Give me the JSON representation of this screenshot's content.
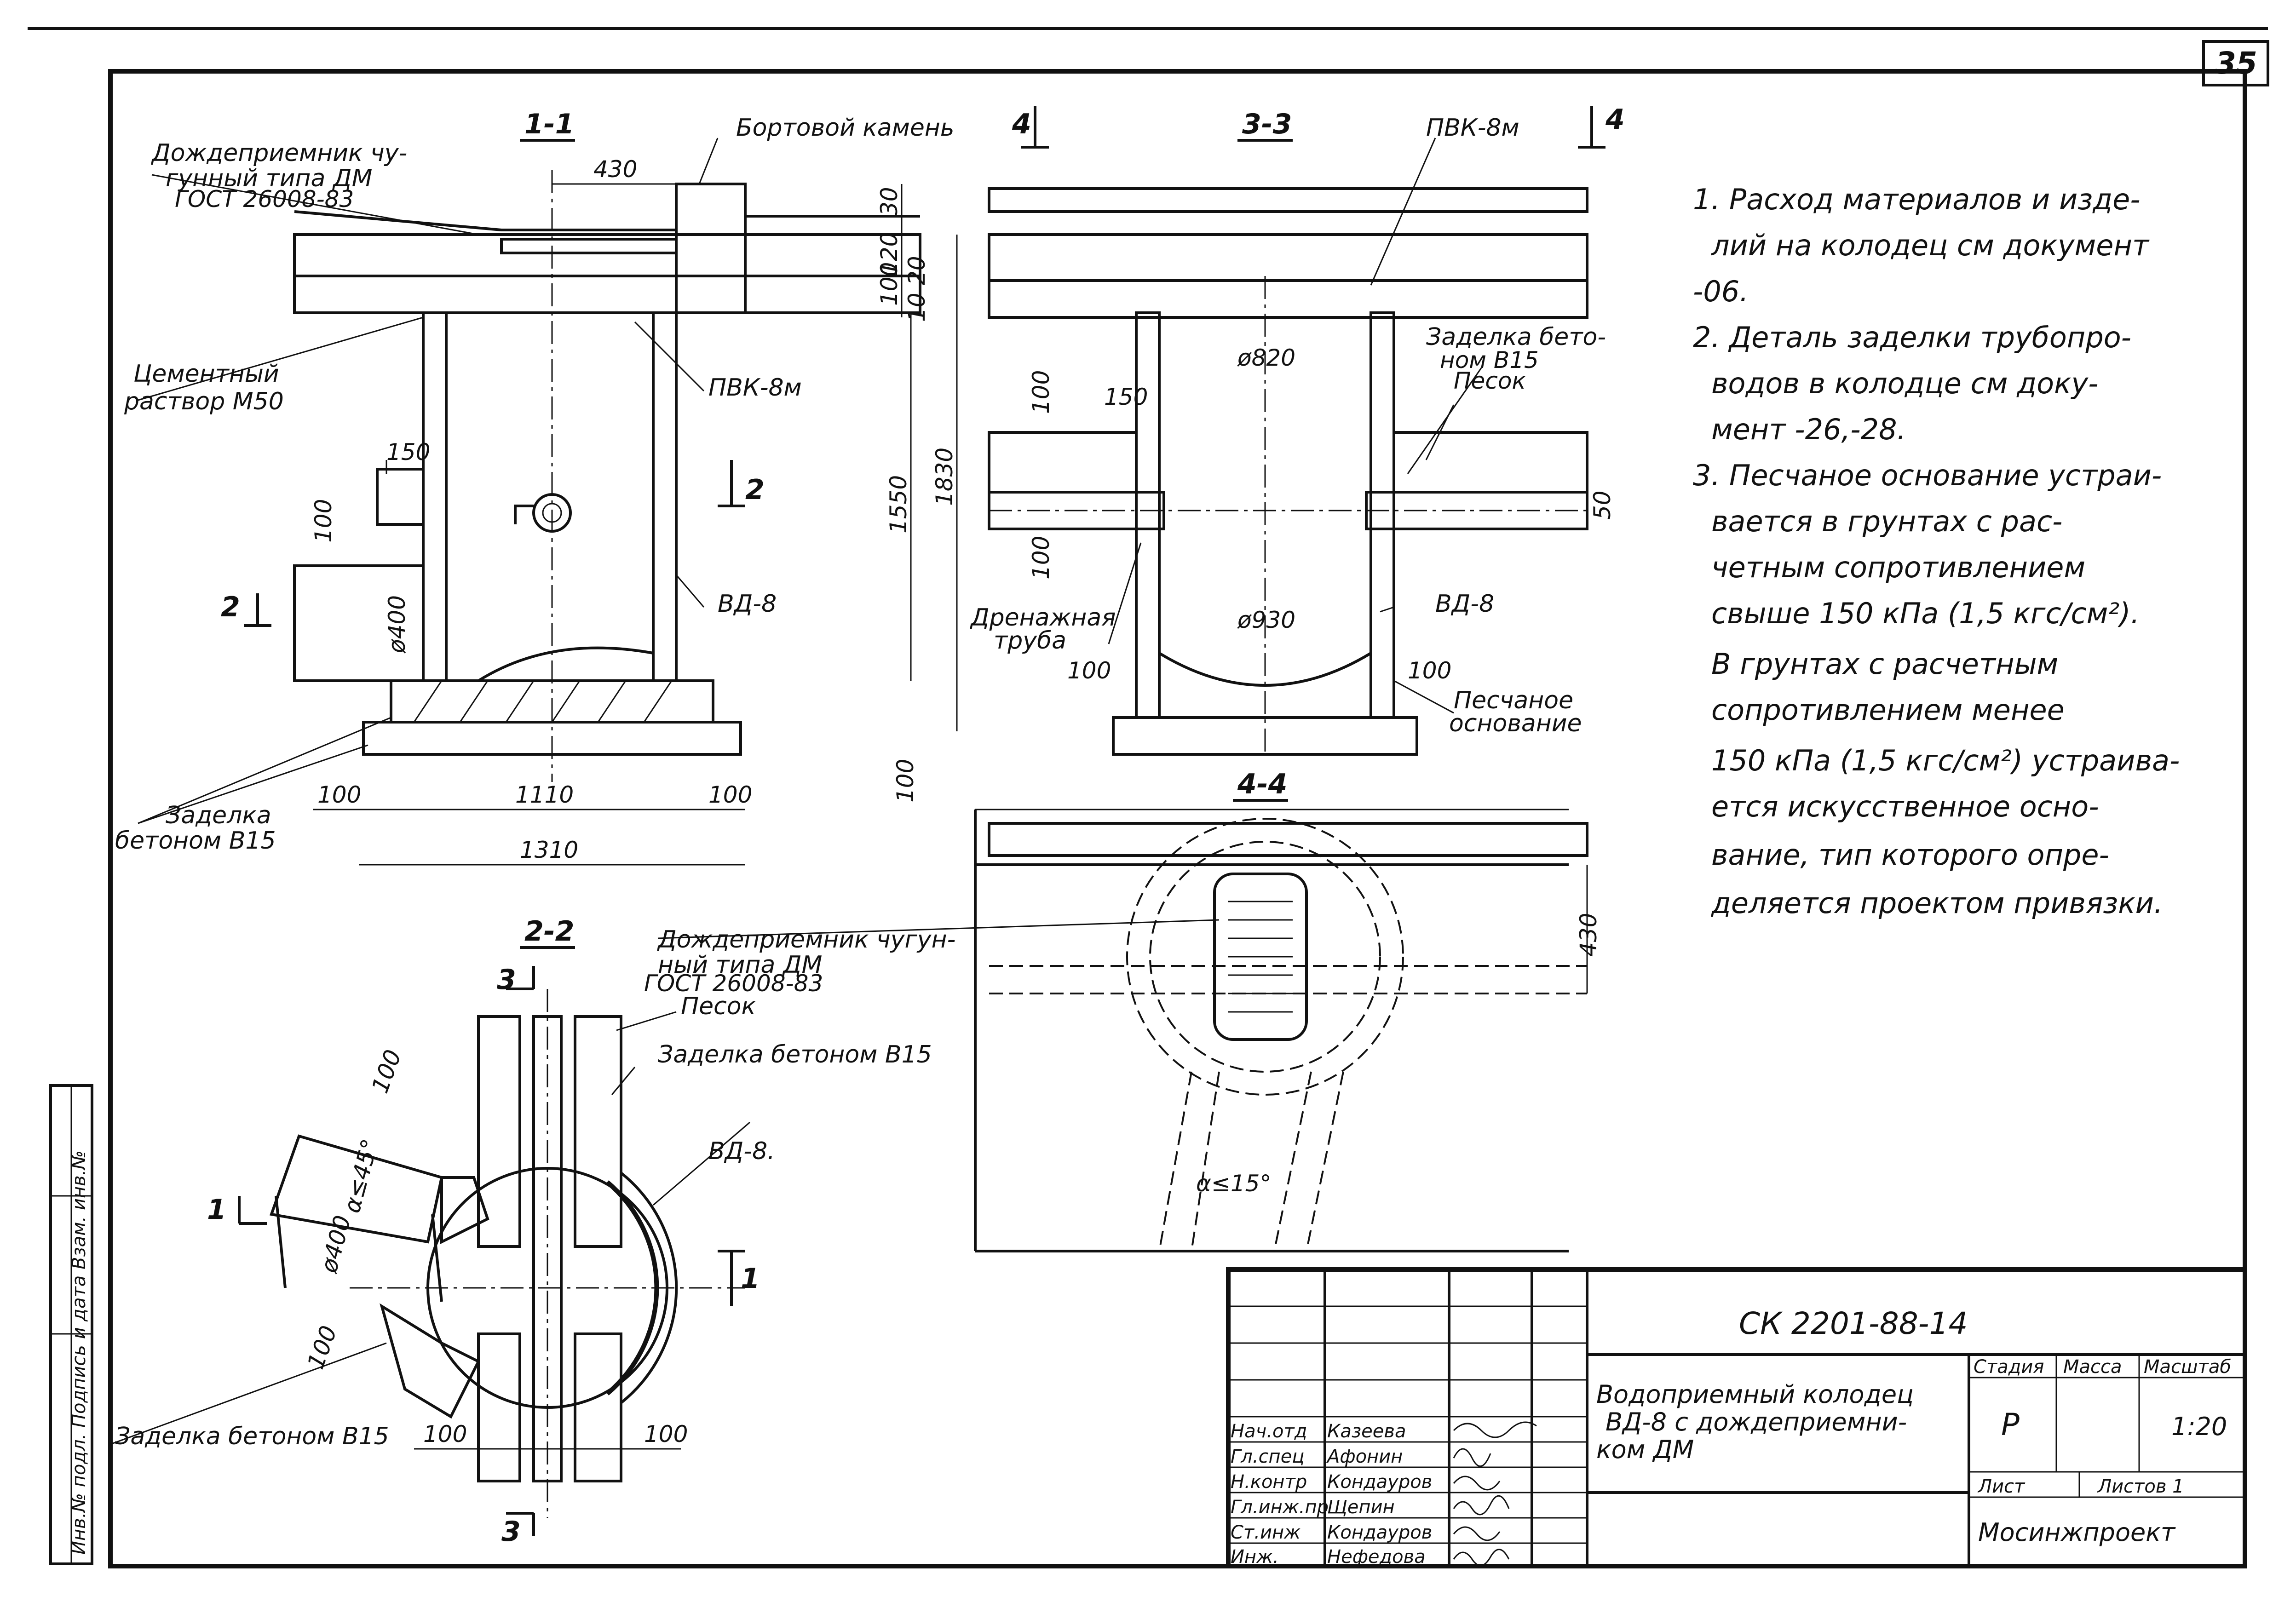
{
  "sheet_number": "35",
  "sections": {
    "s11": "1-1",
    "s33": "3-3",
    "s22": "2-2",
    "s44": "4-4"
  },
  "cut_marks": {
    "m4a": "4",
    "m4b": "4",
    "m2": "2",
    "m2b": "2",
    "m3a": "3",
    "m3b": "3",
    "m1a": "1",
    "m1b": "1"
  },
  "labels": {
    "rain_inlet_a": "Дождеприемник чу-",
    "rain_inlet_b": "гунный типа ДМ",
    "rain_inlet_c": "ГОСТ 26008-83",
    "curb": "Бортовой камень",
    "cement_a": "Цементный",
    "cement_b": "раствор М50",
    "pvk_11": "ПВК-8м",
    "pvk_33": "ПВК-8м",
    "vd_11": "ВД-8",
    "vd_33": "ВД-8",
    "vd_22": "ВД-8.",
    "seal_33_a": "Заделка бето-",
    "seal_33_b": "ном В15",
    "sand_33": "Песок",
    "drain_a": "Дренажная",
    "drain_b": "труба",
    "sand_base_a": "Песчаное",
    "sand_base_b": "основание",
    "seal_11_a": "Заделка",
    "seal_11_b": "бетоном В15",
    "rain_inlet2_a": "Дождеприемник чугун-",
    "rain_inlet2_b": "ный типа ДМ",
    "rain_inlet2_c": "ГОСТ 26008-83",
    "sand_22": "Песок",
    "seal_22_top": "Заделка бетоном В15",
    "seal_22_bottom": "Заделка бетоном В15",
    "pipe_dia_11": "ø400",
    "pipe_dia_22": "ø400",
    "dia_820": "ø820",
    "dia_930": "ø930",
    "angle_a": "α≤45°",
    "angle_b": "α≤15°"
  },
  "dimensions": {
    "d430_top": "430",
    "d30": "30",
    "d120": "120",
    "d100": "100",
    "d20": "20",
    "d10": "10",
    "d150_11": "150",
    "d100_11": "100",
    "d1550": "1550",
    "d1830": "1830",
    "d100_base": "100",
    "d100_left": "100",
    "d1110": "1110",
    "d100_right": "100",
    "d1310": "1310",
    "d100_33a": "100",
    "d150_33": "150",
    "d100_33b": "100",
    "d50_33": "50",
    "d100_33c": "100",
    "d100_33d": "100",
    "d430_44": "430",
    "d100_22a": "100",
    "d100_22b": "100",
    "d100_22c": "100",
    "d100_22d": "100"
  },
  "notes": [
    "1. Расход материалов и изде-",
    "лий на колодец см документ",
    "-06.",
    "2. Деталь заделки трубопро-",
    "водов в колодце см доку-",
    "мент -26,-28.",
    "3. Песчаное основание устраи-",
    "вается в грунтах с рас-",
    "четным сопротивлением",
    "свыше 150 кПа (1,5 кгс/см²).",
    "В грунтах с расчетным",
    "сопротивлением менее",
    "150 кПа (1,5 кгс/см²) устраива-",
    "ется искусственное осно-",
    "вание, тип которого опре-",
    "деляется проектом привязки."
  ],
  "title_block": {
    "doc_code": "СК 2201-88-14",
    "title_1": "Водоприемный колодец",
    "title_2": "ВД-8 с дождеприемни-",
    "title_3": "ком ДМ",
    "stage_label": "Стадия",
    "mass_label": "Масса",
    "scale_label": "Масштаб",
    "stage_value": "Р",
    "scale_value": "1:20",
    "sheet_label": "Лист",
    "sheets_label": "Листов 1",
    "organization": "Мосинжпроект",
    "staff": [
      {
        "role": "Нач.отд",
        "name": "Казеева"
      },
      {
        "role": "Гл.спец",
        "name": "Афонин"
      },
      {
        "role": "Н.контр",
        "name": "Кондауров"
      },
      {
        "role": "Гл.инж.пр",
        "name": "Щепин"
      },
      {
        "role": "Ст.инж",
        "name": "Кондауров"
      },
      {
        "role": "Инж.",
        "name": "Нефедова"
      }
    ],
    "side_stamp": "Инв.№ подл. Подпись и дата Взам. инв.№"
  }
}
